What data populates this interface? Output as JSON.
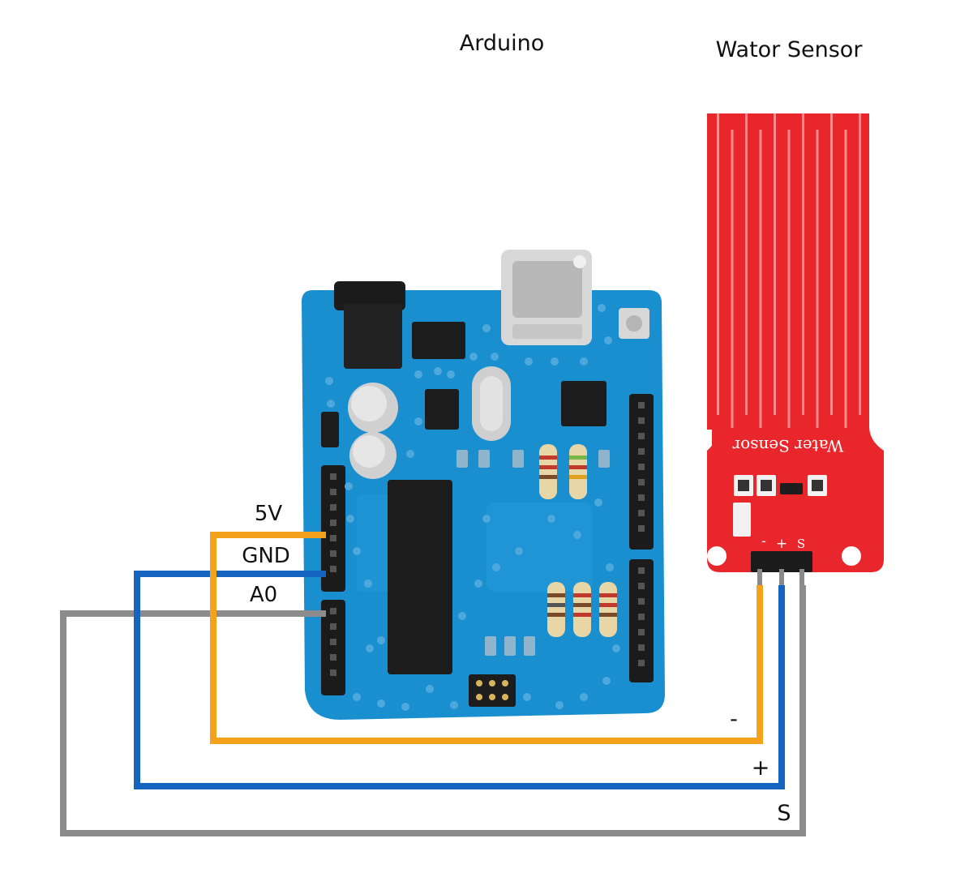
{
  "labels": {
    "arduino_title": "Arduino",
    "sensor_title": "Wator Sensor",
    "pin_5v": "5V",
    "pin_gnd": "GND",
    "pin_a0": "A0",
    "sensor_pin_minus": "-",
    "sensor_pin_plus": "+",
    "sensor_pin_s": "S",
    "silkscreen_minus": "-",
    "silkscreen_plus": "+",
    "silkscreen_s": "S"
  },
  "colors": {
    "wire_5v": "#f4a21c",
    "wire_gnd": "#1565c0",
    "wire_a0": "#8c8c8c",
    "board_blue": "#1a8fd0",
    "board_dark": "#0e6fae",
    "sensor_red": "#e8262b",
    "sensor_trace": "#ff8a8a"
  },
  "connections": [
    {
      "from": "5V",
      "to": "-"
    },
    {
      "from": "GND",
      "to": "+"
    },
    {
      "from": "A0",
      "to": "S"
    }
  ]
}
